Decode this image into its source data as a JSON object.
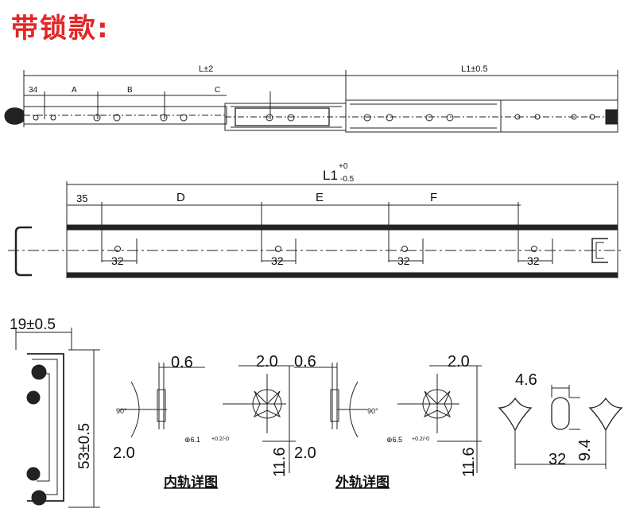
{
  "title": "带锁款:",
  "top_view": {
    "dim_total": "L±2",
    "dim_outer": "L1±0.5",
    "dim_34": "34",
    "dim_a": "A",
    "dim_b": "B",
    "dim_c": "C"
  },
  "rail_view": {
    "dim_total_base": "L1",
    "dim_total_upper": "+0",
    "dim_total_lower": "-0.5",
    "dim_35": "35",
    "dim_d": "D",
    "dim_e": "E",
    "dim_f": "F",
    "dim_32": "32"
  },
  "profile": {
    "width": "19±0.5",
    "height": "53±0.5"
  },
  "details": {
    "d06": "0.6",
    "d20": "2.0",
    "d116": "11.6",
    "angle": "90°",
    "hole_inner": "⊕6.1",
    "hole_outer": "⊕6.5",
    "hole_tol": "+0.2/-0",
    "inner_label": "内轨详图",
    "outer_label": "外轨详图"
  },
  "holes": {
    "d46": "4.6",
    "d94": "9.4",
    "d32": "32"
  }
}
